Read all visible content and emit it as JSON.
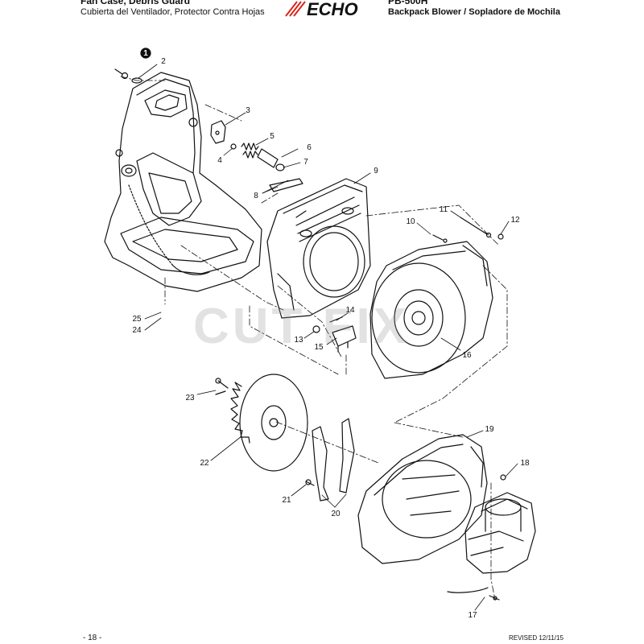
{
  "header": {
    "title_left": "Fan Case, Debris Guard",
    "subtitle_left": "Cubierta del Ventilador, Protector Contra Hojas",
    "brand": "ECHO",
    "title_right": "PB-500H",
    "subtitle_right": "Backpack Blower / Sopladore de Mochila"
  },
  "watermark": "CUT FIX",
  "callouts": {
    "c1": "1",
    "c2": "2",
    "c3": "3",
    "c4": "4",
    "c5": "5",
    "c6": "6",
    "c7": "7",
    "c8": "8",
    "c9": "9",
    "c10": "10",
    "c11": "11",
    "c12": "12",
    "c13": "13",
    "c14": "14",
    "c15": "15",
    "c16": "16",
    "c17": "17",
    "c18": "18",
    "c19": "19",
    "c20": "20",
    "c21": "21",
    "c22": "22",
    "c23": "23",
    "c24": "24",
    "c25": "25"
  },
  "footer": {
    "page": "- 18 -",
    "revised": "REVISED 12/11/15"
  },
  "colors": {
    "ink": "#111111",
    "brand_red": "#d8261c"
  }
}
